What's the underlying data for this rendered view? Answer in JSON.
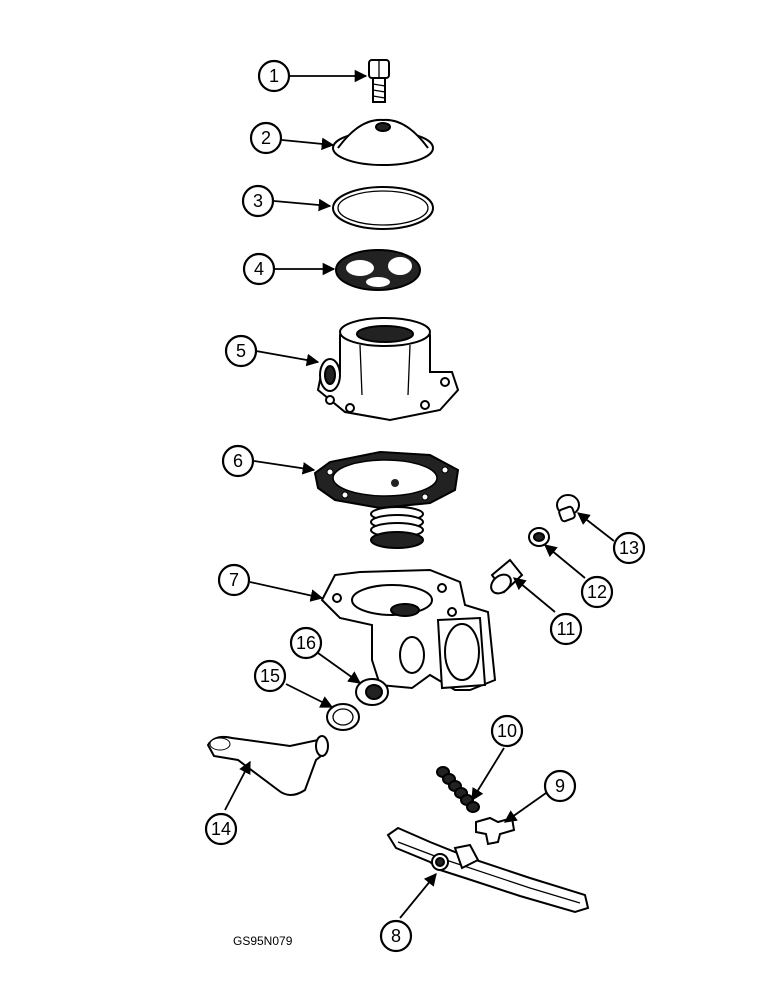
{
  "figure_code": "GS95N079",
  "callouts": [
    "1",
    "2",
    "3",
    "4",
    "5",
    "6",
    "7",
    "8",
    "9",
    "10",
    "11",
    "12",
    "13",
    "14",
    "15",
    "16"
  ]
}
